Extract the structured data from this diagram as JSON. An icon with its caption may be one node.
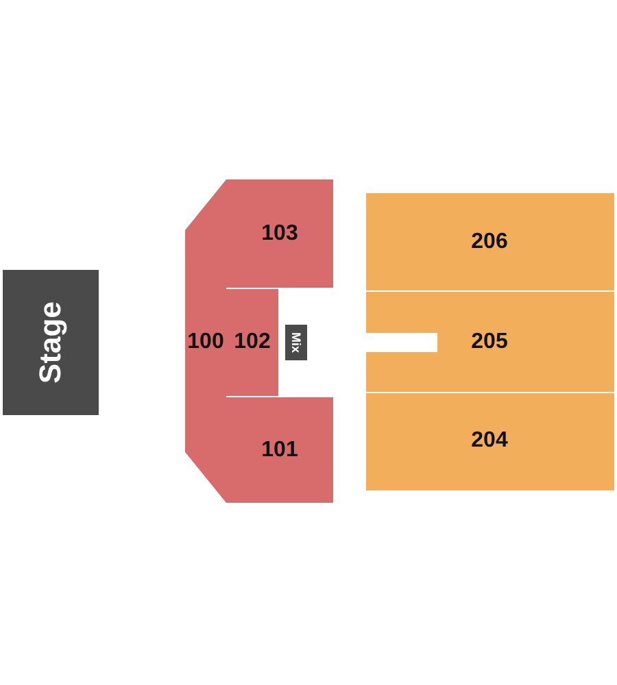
{
  "diagram": {
    "nodes": [
      {
        "text": [
          "Stage"
        ]
      },
      {
        "text": [
          "100"
        ]
      },
      {
        "text": [
          "103"
        ]
      },
      {
        "text": [
          "102"
        ]
      },
      {
        "text": [
          "101"
        ]
      },
      {
        "text": [
          "Mix"
        ]
      },
      {
        "text": [
          "206"
        ]
      },
      {
        "text": [
          "205"
        ]
      },
      {
        "text": [
          "204"
        ]
      }
    ]
  }
}
